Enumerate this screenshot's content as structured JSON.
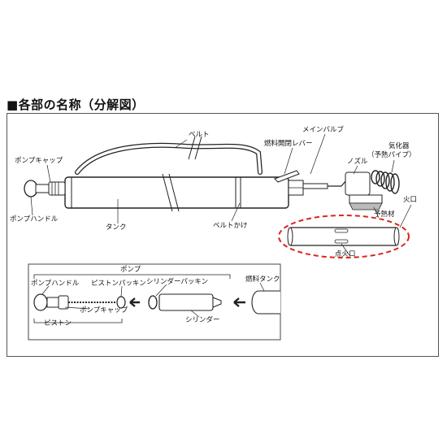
{
  "title": "■各部の名称（分解図）",
  "labels": {
    "belt": "ベルト",
    "pump_cap": "ポンプキャップ",
    "pump_handle": "ポンプハンドル",
    "tank": "タンク",
    "belt_hook": "ベルトかけ",
    "fuel_lever": "燃料開閉レバー",
    "main_valve": "メインバルブ",
    "nozzle": "ノズル",
    "vaporizer": "気化器",
    "preheat_pipe": "（予熱パイプ）",
    "preheat_material": "予熱材",
    "fire_port": "火口",
    "ignition_port": "点火口"
  },
  "inset": {
    "pump": "ポンプ",
    "pump_handle": "ポンプハンドル",
    "piston_packing": "ピストンパッキン",
    "pump_cap": "ポンプキャップ",
    "piston": "ピストン",
    "cylinder_packing": "シリンダーパッキン",
    "cylinder": "シリンダー",
    "fuel_tank": "燃料タンク"
  },
  "colors": {
    "highlight": "#d9261c",
    "line": "#222222",
    "tank_fill": "#ffffff"
  }
}
